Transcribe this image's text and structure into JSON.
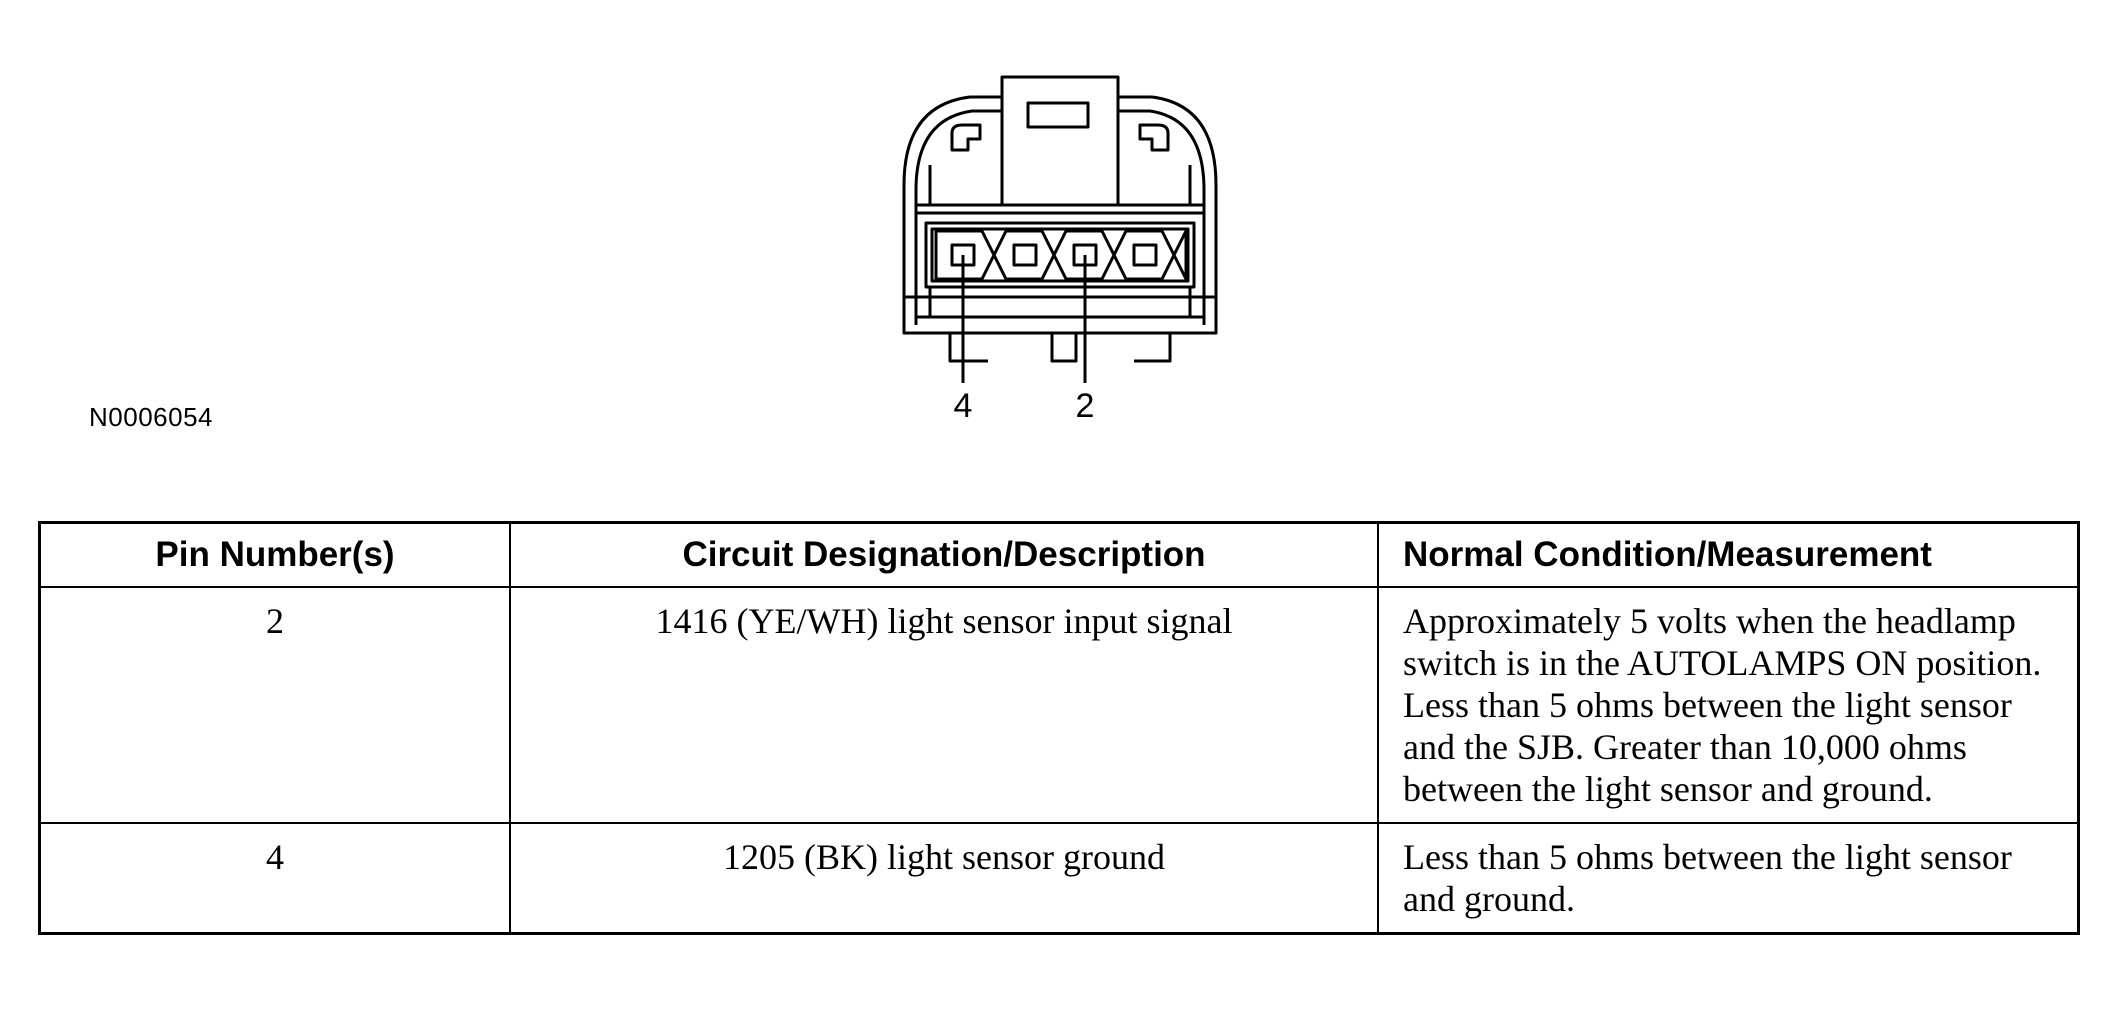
{
  "figure": {
    "id": "N0006054",
    "pin_labels": [
      "4",
      "2"
    ]
  },
  "table": {
    "headers": [
      "Pin Number(s)",
      "Circuit Designation/Description",
      "Normal Condition/Measurement"
    ],
    "rows": [
      {
        "pin": "2",
        "circuit": "1416 (YE/WH) light sensor input signal",
        "condition": "Approximately 5 volts when the headlamp switch is in the AUTOLAMPS ON position. Less than 5 ohms between the light sensor and the SJB. Greater than 10,000 ohms between the light sensor and ground."
      },
      {
        "pin": "4",
        "circuit": "1205 (BK) light sensor ground",
        "condition": "Less than 5 ohms between the light sensor and ground."
      }
    ]
  }
}
